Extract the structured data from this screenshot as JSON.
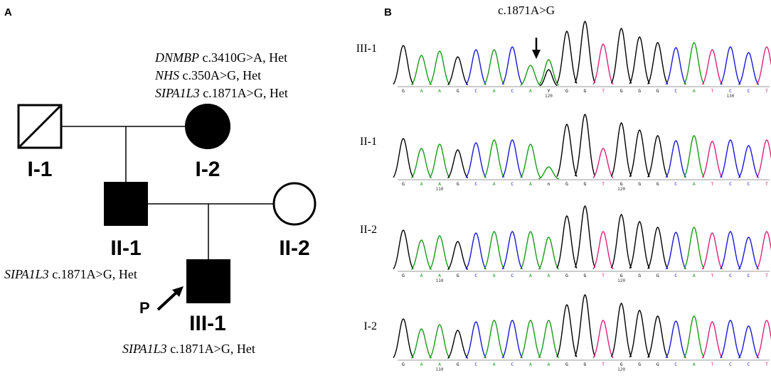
{
  "panels": {
    "a": "A",
    "b": "B"
  },
  "pedigree": {
    "individuals": [
      {
        "id": "I-1",
        "sex": "male",
        "affected": false,
        "deceased": true
      },
      {
        "id": "I-2",
        "sex": "female",
        "affected": true,
        "deceased": false
      },
      {
        "id": "II-1",
        "sex": "male",
        "affected": true,
        "deceased": false
      },
      {
        "id": "II-2",
        "sex": "female",
        "affected": false,
        "deceased": false
      },
      {
        "id": "III-1",
        "sex": "male",
        "affected": true,
        "deceased": false,
        "proband": true
      }
    ],
    "proband_marker": "P",
    "i2_variants": [
      {
        "gene": "DNMBP",
        "rest": " c.3410G>A, Het"
      },
      {
        "gene": "NHS",
        "rest": " c.350A>G, Het"
      },
      {
        "gene": "SIPA1L3",
        "rest": " c.1871A>G, Het"
      }
    ],
    "ii1_variant": {
      "gene": "SIPA1L3",
      "rest": " c.1871A>G, Het"
    },
    "iii1_variant": {
      "gene": "SIPA1L3",
      "rest": " c.1871A>G, Het"
    }
  },
  "chromatograms": {
    "variant_site_label": "c.1871A>G",
    "base_colors": {
      "G": "#000000",
      "A": "#1a9a1a",
      "C": "#1818d8",
      "T": "#e0207a"
    },
    "sequence": [
      "G",
      "A",
      "A",
      "G",
      "C",
      "A",
      "C",
      "A",
      "A",
      "G",
      "G",
      "T",
      "G",
      "G",
      "G",
      "C",
      "A",
      "T",
      "C",
      "C",
      "T"
    ],
    "variant_index": 8,
    "traces": [
      {
        "label": "III-1",
        "base_calls": "GAAGCACAYGGTGGGCATCCT",
        "positions": [
          {
            "label": "120",
            "at_base": 8
          },
          {
            "label": "130",
            "at_base": 18
          }
        ]
      },
      {
        "label": "II-1",
        "base_calls": "GAAGCACAnGGTGGGCATCCT",
        "positions": [
          {
            "label": "110",
            "at_base": 2
          },
          {
            "label": "120",
            "at_base": 12
          }
        ]
      },
      {
        "label": "II-2",
        "base_calls": "GAAGCACAAGGTGGGCATCCT",
        "positions": [
          {
            "label": "110",
            "at_base": 2
          },
          {
            "label": "120",
            "at_base": 12
          }
        ]
      },
      {
        "label": "I-2",
        "base_calls": "GAAGCACAAGGTGGGCATCCT",
        "positions": [
          {
            "label": "110",
            "at_base": 2
          },
          {
            "label": "120",
            "at_base": 12
          }
        ]
      }
    ]
  }
}
